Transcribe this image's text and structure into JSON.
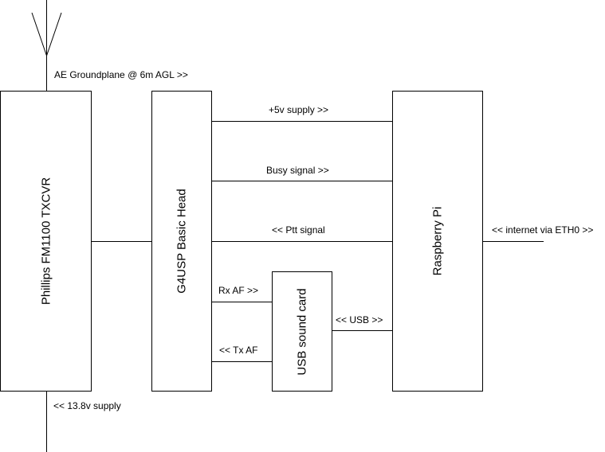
{
  "colors": {
    "line": "#000000",
    "background": "#ffffff"
  },
  "blocks": {
    "transceiver": "Phillips FM1100 TXCVR",
    "head": "G4USP Basic Head",
    "sound_card": "USB sound card",
    "pi": "Raspberry Pi"
  },
  "labels": {
    "antenna": "AE Groundplane @ 6m AGL >>",
    "supply_13v8": "<< 13.8v supply",
    "supply_5v": "+5v supply >>",
    "busy": "Busy signal >>",
    "ptt": "<< Ptt signal",
    "rx_af": "Rx AF >>",
    "tx_af": "<< Tx AF",
    "usb": "<< USB >>",
    "internet": "<< internet via ETH0 >>"
  },
  "icons": {
    "antenna": "antenna-icon"
  }
}
